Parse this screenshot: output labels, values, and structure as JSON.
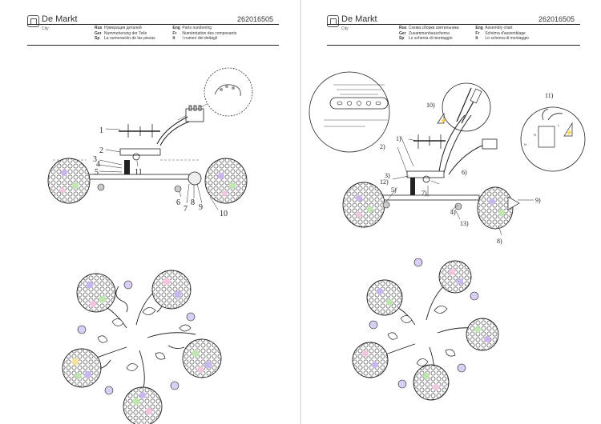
{
  "brand": {
    "name": "De Markt",
    "sub": "City"
  },
  "left_sheet": {
    "code": "262016505",
    "legend": [
      {
        "lang": "Rus",
        "text": "Нумерация деталей"
      },
      {
        "lang": "Ger",
        "text": "Nummerierung der Teile"
      },
      {
        "lang": "Sp",
        "text": "La numeración de las piezas"
      },
      {
        "lang": "Eng",
        "text": "Parts numbering"
      },
      {
        "lang": "Fr",
        "text": "Numérotation des composants"
      },
      {
        "lang": "It",
        "text": "I numeri del dettagli"
      }
    ],
    "part_numbers": [
      "1",
      "2",
      "3",
      "4",
      "5",
      "6",
      "7",
      "8",
      "9",
      "10",
      "11"
    ]
  },
  "right_sheet": {
    "code": "262016505",
    "legend": [
      {
        "lang": "Rus",
        "text": "Схема сборки светильника"
      },
      {
        "lang": "Ger",
        "text": "Zusammenbauschema"
      },
      {
        "lang": "Sp",
        "text": "Lo schema di montaggio"
      },
      {
        "lang": "Eng",
        "text": "Assembly chart"
      },
      {
        "lang": "Fr",
        "text": "Schéma d'assemblage"
      },
      {
        "lang": "It",
        "text": "Lo schema di montaggio"
      }
    ],
    "step_numbers": [
      "1)",
      "2)",
      "3)",
      "4)",
      "5)",
      "6)",
      "7)",
      "8)",
      "9)",
      "10)",
      "11)",
      "12)",
      "13)"
    ]
  },
  "wiring": {
    "L": "L",
    "N": "N"
  },
  "colors": {
    "line": "#222222",
    "purple": "#8a6fd1",
    "pink": "#e08fc0",
    "green": "#8fd17a",
    "yellow": "#e8d46a",
    "grey": "#9a9a9a"
  }
}
